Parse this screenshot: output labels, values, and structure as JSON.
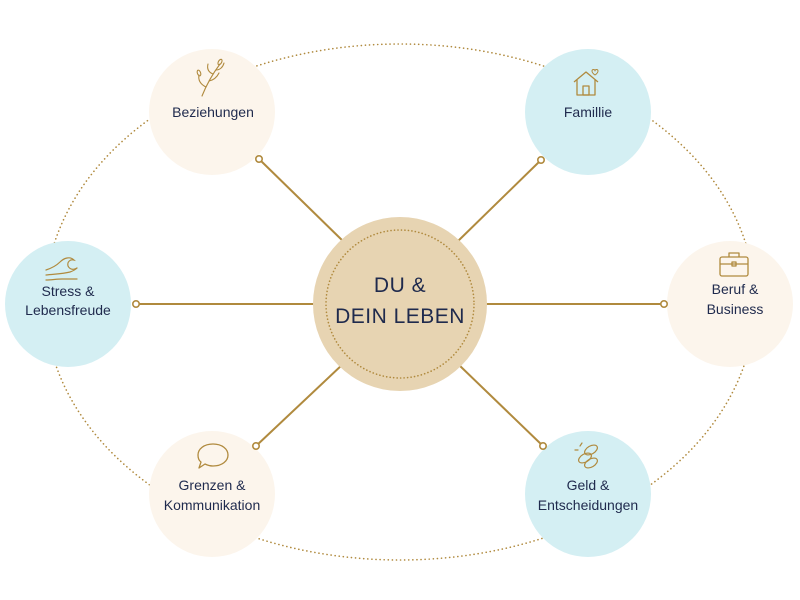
{
  "center": {
    "line1": "DU &",
    "line2": "DEIN LEBEN"
  },
  "colors": {
    "gold": "#b08a3e",
    "center_fill": "#e7d4b2",
    "cream_fill": "#fcf5ec",
    "aqua_fill": "#d4eff3",
    "text": "#1f2a4d"
  },
  "nodes": {
    "beziehungen": {
      "lines": [
        "Beziehungen"
      ],
      "icon": "branch-icon",
      "fill": "cream"
    },
    "familie": {
      "lines": [
        "Famillie"
      ],
      "icon": "house-heart-icon",
      "fill": "aqua"
    },
    "stress": {
      "lines": [
        "Stress &",
        "Lebensfreude"
      ],
      "icon": "wave-icon",
      "fill": "aqua"
    },
    "beruf": {
      "lines": [
        "Beruf &",
        "Business"
      ],
      "icon": "briefcase-icon",
      "fill": "cream"
    },
    "grenzen": {
      "lines": [
        "Grenzen &",
        "Kommunikation"
      ],
      "icon": "speech-bubble-icon",
      "fill": "cream"
    },
    "geld": {
      "lines": [
        "Geld &",
        "Entscheidungen"
      ],
      "icon": "coins-icon",
      "fill": "aqua"
    }
  }
}
